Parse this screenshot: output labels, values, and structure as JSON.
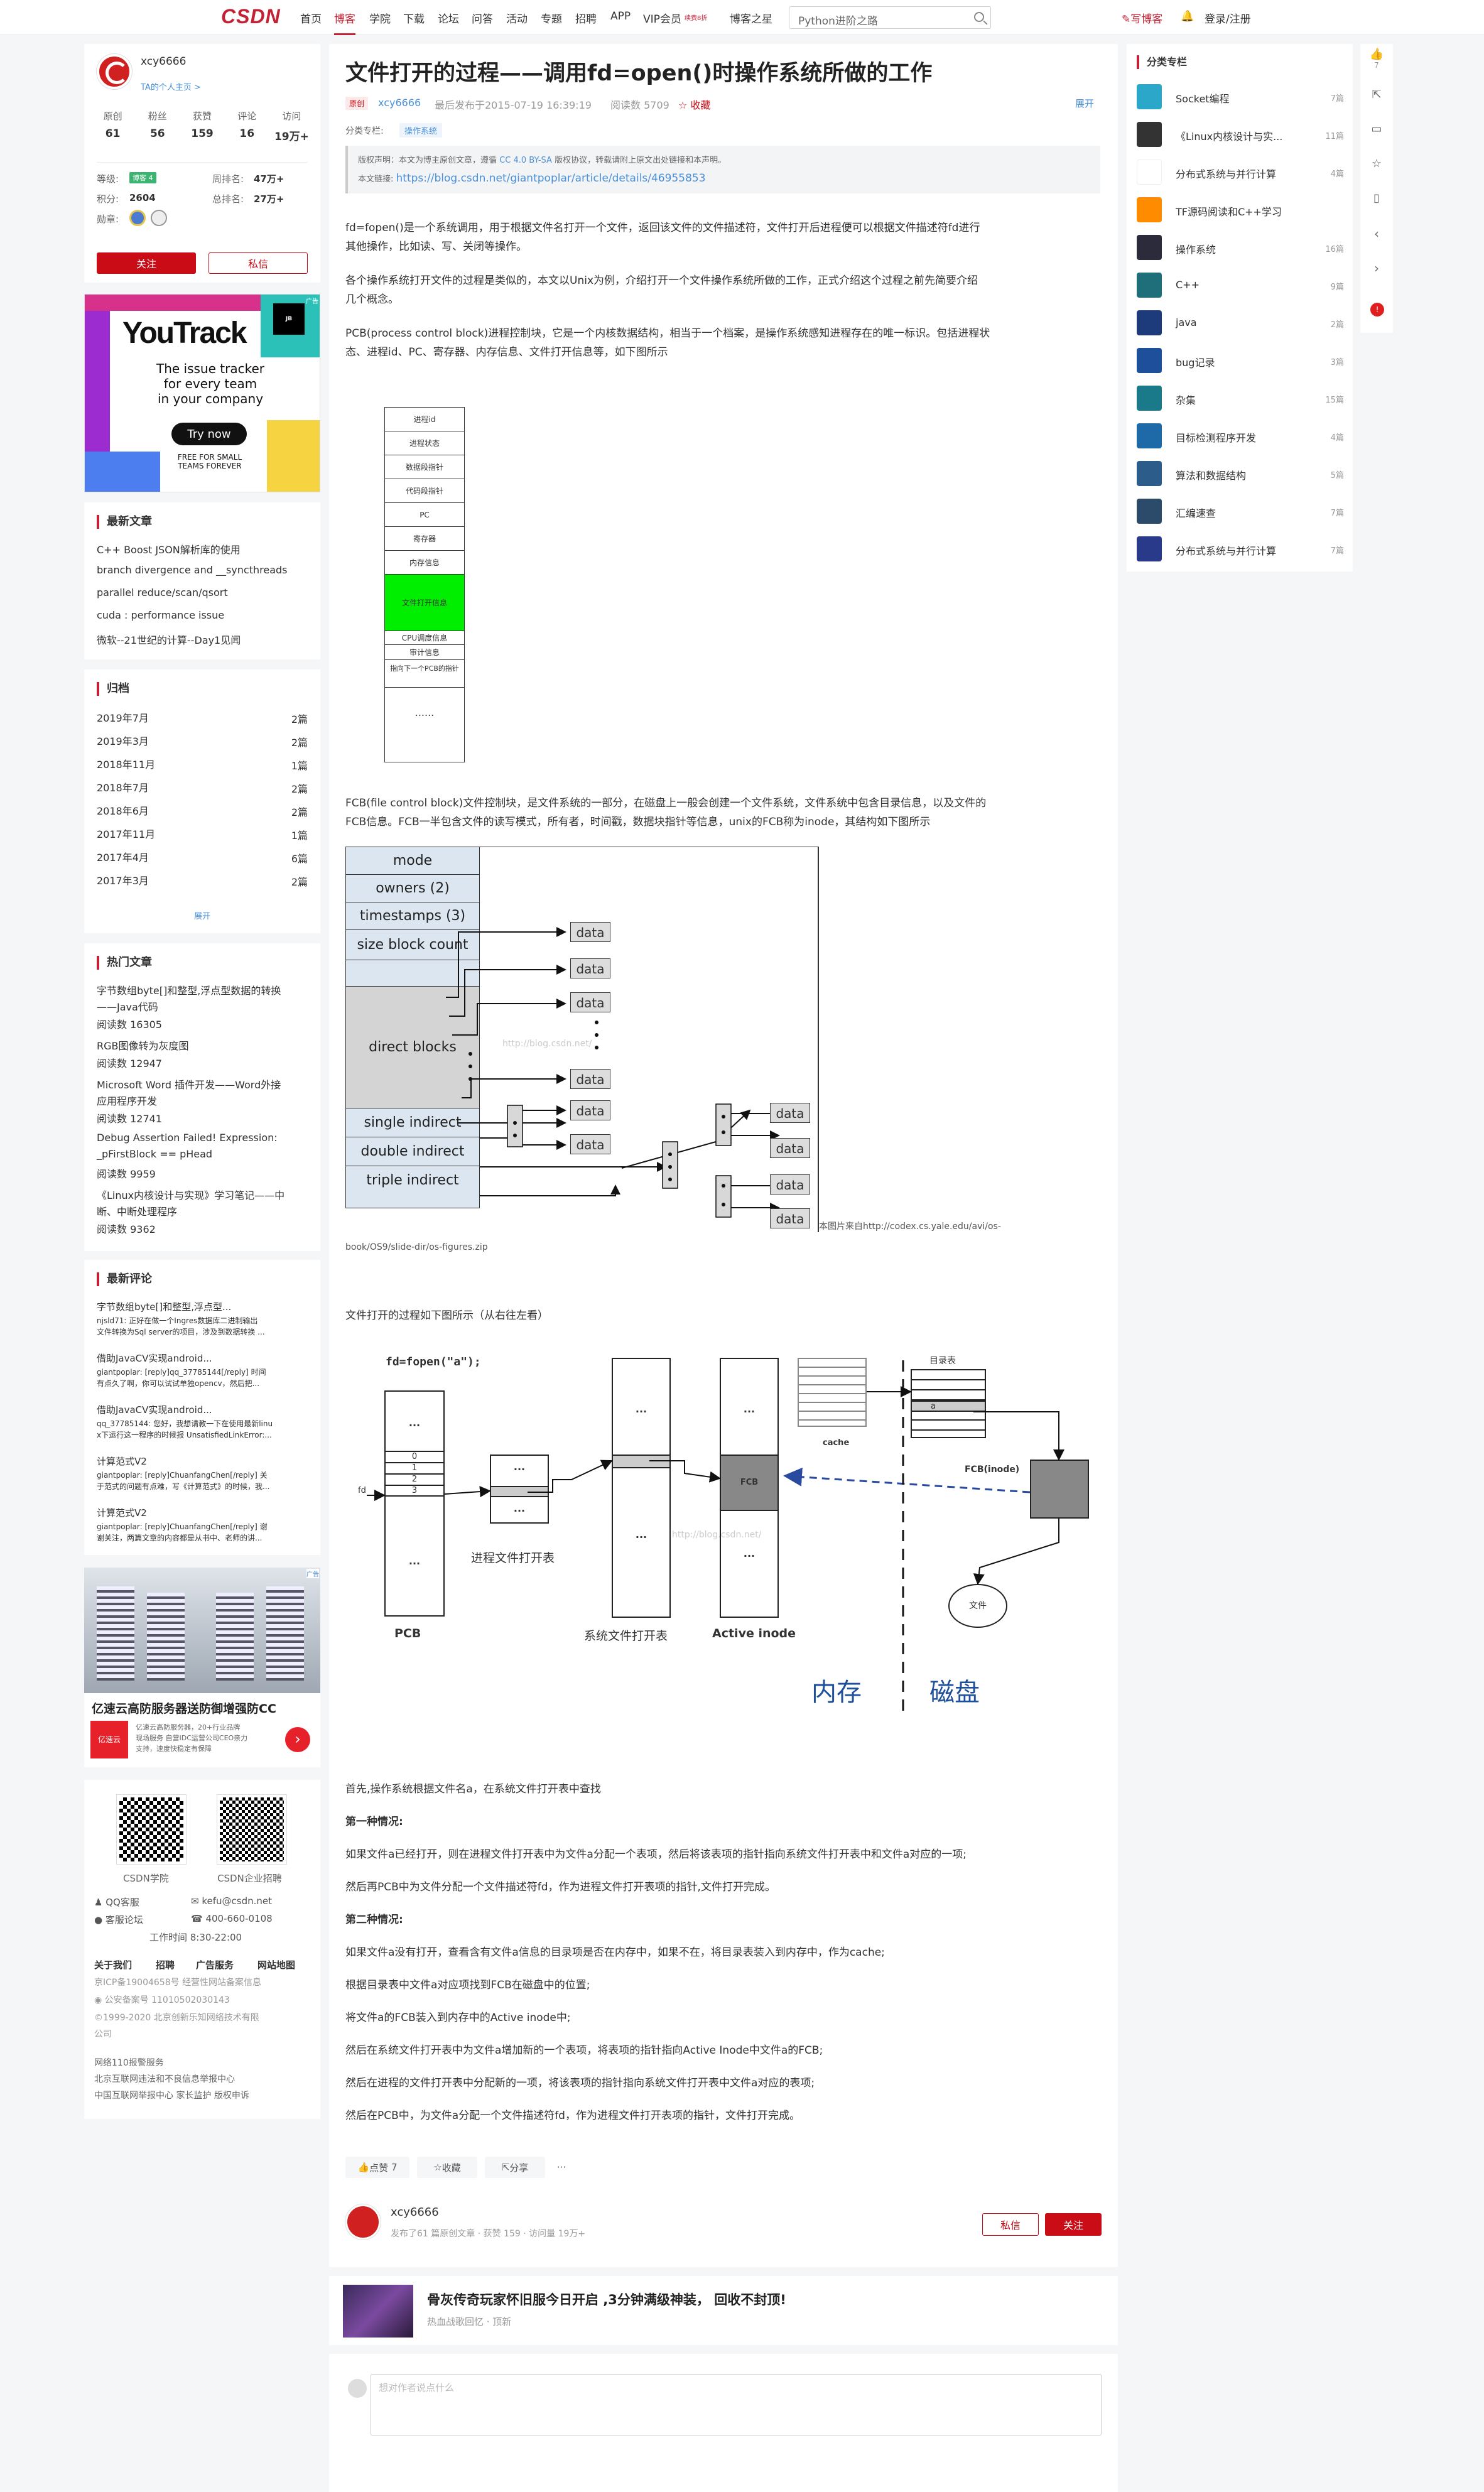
{
  "nav": {
    "logo": "CSDN",
    "items": [
      "首页",
      "博客",
      "学院",
      "下载",
      "论坛",
      "问答",
      "活动",
      "专题",
      "招聘",
      "APP",
      "VIP会员",
      "博客之星"
    ],
    "vip_badge": "续费8折",
    "search_text": "Python进阶之路",
    "write": "写博客",
    "login": "登录/注册"
  },
  "profile": {
    "name": "xcy6666",
    "home_link": "TA的个人主页 >",
    "stats": [
      {
        "label": "原创",
        "value": "61"
      },
      {
        "label": "粉丝",
        "value": "56"
      },
      {
        "label": "获赞",
        "value": "159"
      },
      {
        "label": "评论",
        "value": "16"
      },
      {
        "label": "访问",
        "value": "19万+"
      }
    ],
    "level_label": "等级:",
    "level_badge": "博客 4",
    "score_label": "积分:",
    "score": "2604",
    "medal_label": "勋章:",
    "week_rank_label": "周排名:",
    "week_rank": "47万+",
    "total_rank_label": "总排名:",
    "total_rank": "27万+",
    "follow": "关注",
    "message": "私信"
  },
  "ad1": {
    "title": "YouTrack",
    "line1": "The issue tracker",
    "line2": "for every team",
    "line3": "in your company",
    "cta": "Try now",
    "free1": "FREE FOR SMALL",
    "free2": "TEAMS FOREVER",
    "badge": "广告"
  },
  "recent": {
    "title": "最新文章",
    "items": [
      "C++ Boost JSON解析库的使用",
      "branch divergence and __syncthreads",
      "parallel reduce/scan/qsort",
      "cuda : performance issue",
      "微软--21世纪的计算--Day1见闻"
    ]
  },
  "archive": {
    "title": "归档",
    "items": [
      {
        "m": "2019年7月",
        "c": "2篇"
      },
      {
        "m": "2019年3月",
        "c": "2篇"
      },
      {
        "m": "2018年11月",
        "c": "1篇"
      },
      {
        "m": "2018年7月",
        "c": "2篇"
      },
      {
        "m": "2018年6月",
        "c": "2篇"
      },
      {
        "m": "2017年11月",
        "c": "1篇"
      },
      {
        "m": "2017年4月",
        "c": "6篇"
      },
      {
        "m": "2017年3月",
        "c": "2篇"
      }
    ],
    "more": "展开"
  },
  "hot": {
    "title": "热门文章",
    "items": [
      {
        "t1": "字节数组byte[]和整型,浮点型数据的转换",
        "t2": "——Java代码",
        "v": "阅读数 16305"
      },
      {
        "t1": "RGB图像转为灰度图",
        "t2": "",
        "v": "阅读数 12947"
      },
      {
        "t1": "Microsoft Word 插件开发——Word外接",
        "t2": "应用程序开发",
        "v": "阅读数 12741"
      },
      {
        "t1": "Debug Assertion Failed! Expression:",
        "t2": "_pFirstBlock == pHead",
        "v": "阅读数 9959"
      },
      {
        "t1": "《Linux内核设计与实现》学习笔记——中",
        "t2": "断、中断处理程序",
        "v": "阅读数 9362"
      }
    ]
  },
  "comments": {
    "title": "最新评论",
    "items": [
      {
        "t": "字节数组byte[]和整型,浮点型...",
        "a": "njsld71:",
        "c1": "正好在做一个Ingres数据库二进制输出",
        "c2": "文件转换为Sql server的项目，涉及到数据转换 ..."
      },
      {
        "t": "借助JavaCV实现android...",
        "a": "giantpoplar:",
        "c1": "[reply]qq_37785144[/reply] 时间",
        "c2": "有点久了啊，你可以试试单独opencv，然后把..."
      },
      {
        "t": "借助JavaCV实现android...",
        "a": "qq_37785144:",
        "c1": "您好，我想请教一下在使用最新linu",
        "c2": "x下运行这一程序的时候报 UnsatisfiedLinkError:..."
      },
      {
        "t": "计算范式V2",
        "a": "giantpoplar:",
        "c1": "[reply]ChuanfangChen[/reply] 关",
        "c2": "于范式的问题有点难，写《计算范式》的时候，我..."
      },
      {
        "t": "计算范式V2",
        "a": "giantpoplar:",
        "c1": "[reply]ChuanfangChen[/reply] 谢",
        "c2": "谢关注，两篇文章的内容都是从书中、老师的讲..."
      }
    ]
  },
  "ad2": {
    "title": "亿速云高防服务器送防御增强防CC",
    "brand": "亿速云",
    "d1": "亿速云高防服务器，20+行业品牌",
    "d2": "现场服务 自营IDC运营公司CEO亲力",
    "d3": "支持，速度快稳定有保障",
    "badge": "广告"
  },
  "footer": {
    "qr1": "CSDN学院",
    "qr2": "CSDN企业招聘",
    "qq": "QQ客服",
    "email": "kefu@csdn.net",
    "forum": "客服论坛",
    "phone": "400-660-0108",
    "hours": "工作时间 8:30-22:00",
    "links": [
      "关于我们",
      "招聘",
      "广告服务",
      "网站地图"
    ],
    "icp": "京ICP备19004658号",
    "lic": "经营性网站备案信息",
    "police": "公安备案号 11010502030143",
    "copy1": "©1999-2020 北京创新乐知网络技术有限",
    "copy2": "公司",
    "r1": "网络110报警服务",
    "r2": "北京互联网违法和不良信息举报中心",
    "r3": "中国互联网举报中心",
    "r4": "家长监护",
    "r5": "版权申诉"
  },
  "article": {
    "title": "文件打开的过程——调用fd=open()时操作系统所做的工作",
    "orig": "原创",
    "author": "xcy6666",
    "date": "最后发布于2015-07-19 16:39:19",
    "views": "阅读数 5709",
    "fav": "收藏",
    "fold": "展开",
    "cat_label": "分类专栏:",
    "cat": "操作系统",
    "lic1": "版权声明：本文为博主原创文章，遵循",
    "lic_link": "CC 4.0 BY-SA",
    "lic2": "版权协议，转载请附上原文出处链接和本声明。",
    "url_label": "本文链接:",
    "url": "https://blog.csdn.net/giantpoplar/article/details/46955853",
    "p1a": "fd=fopen()是一个系统调用，用于根据文件名打开一个文件，返回该文件的文件描述符，文件打开后进程便可以根据文件描述符fd进行",
    "p1b": "其他操作，比如读、写、关闭等操作。",
    "p2a": "各个操作系统打开文件的过程是类似的，本文以Unix为例，介绍打开一个文件操作系统所做的工作，正式介绍这个过程之前先简要介绍",
    "p2b": "几个概念。",
    "p3a": "PCB(process control block)进程控制块，它是一个内核数据结构，相当于一个档案，是操作系统感知进程存在的唯一标识。包括进程状",
    "p3b": "态、进程id、PC、寄存器、内存信息、文件打开信息等，如下图所示",
    "pcb": [
      "进程id",
      "进程状态",
      "数据段指针",
      "代码段指针",
      "PC",
      "寄存器",
      "内存信息",
      "文件打开信息",
      "CPU调度信息",
      "审计信息",
      "指向下一个PCB的指针",
      "......"
    ],
    "p4a": "FCB(file control block)文件控制块，是文件系统的一部分，在磁盘上一般会创建一个文件系统，文件系统中包含目录信息，以及文件的",
    "p4b": "FCB信息。FCB一半包含文件的读写模式，所有者，时间戳，数据块指针等信息，unix的FCB称为inode，其结构如下图所示",
    "inode": [
      "mode",
      "owners (2)",
      "timestamps (3)",
      "size block count",
      "direct blocks",
      "single indirect",
      "double indirect",
      "triple indirect"
    ],
    "data_label": "data",
    "watermark": "http://blog.csdn.net/",
    "fig_src1": "本图片来自http://codex.cs.yale.edu/avi/os-",
    "fig_src2": "book/OS9/slide-dir/os-figures.zip",
    "p5": "文件打开的过程如下图所示（从右往左看）",
    "d3": {
      "call": "fd=fopen(\"a\");",
      "pcb": "PCB",
      "fd": "fd",
      "dots": "...",
      "nums": [
        "0",
        "1",
        "2",
        "3"
      ],
      "proc_table": "进程文件打开表",
      "sys_table": "系统文件打开表",
      "active": "Active inode",
      "fcb": "FCB",
      "fcb_inode": "FCB(inode)",
      "cache": "cache",
      "dir": "目录表",
      "a": "a",
      "file": "文件",
      "mem": "内存",
      "disk": "磁盘"
    },
    "p6": "首先,操作系统根据文件名a，在系统文件打开表中查找",
    "h1": "第一种情况:",
    "p7": "如果文件a已经打开，则在进程文件打开表中为文件a分配一个表项，然后将该表项的指针指向系统文件打开表中和文件a对应的一项;",
    "p8": "然后再PCB中为文件分配一个文件描述符fd，作为进程文件打开表项的指针,文件打开完成。",
    "h2": "第二种情况:",
    "p9": "如果文件a没有打开，查看含有文件a信息的目录项是否在内存中，如果不在，将目录表装入到内存中，作为cache;",
    "p10": "根据目录表中文件a对应项找到FCB在磁盘中的位置;",
    "p11": "将文件a的FCB装入到内存中的Active inode中;",
    "p12": "然后在系统文件打开表中为文件a增加新的一个表项，将表项的指针指向Active Inode中文件a的FCB;",
    "p13": "然后在进程的文件打开表中分配新的一项，将该表项的指针指向系统文件打开表中文件a对应的表项;",
    "p14": "然后在PCB中，为文件a分配一个文件描述符fd，作为进程文件打开表项的指针，文件打开完成。",
    "like": "点赞",
    "like_count": "7",
    "collect": "收藏",
    "share": "分享",
    "more": "···"
  },
  "author_card": {
    "name": "xcy6666",
    "desc": "发布了61 篇原创文章 · 获赞 159 · 访问量 19万+",
    "message": "私信",
    "follow": "关注"
  },
  "rec": {
    "title": "骨灰传奇玩家怀旧服今日开启 ,3分钟满级神装， 回收不封顶!",
    "src": "热血战歌回忆 · 顶新"
  },
  "comment_box": {
    "placeholder": "想对作者说点什么"
  },
  "columns": {
    "title": "分类专栏",
    "items": [
      {
        "n": "Socket编程",
        "c": "7篇",
        "col": "#2aa7c9"
      },
      {
        "n": "《Linux内核设计与实...",
        "c": "11篇",
        "col": "#333333"
      },
      {
        "n": "分布式系统与并行计算",
        "c": "4篇",
        "col": "#ffffff"
      },
      {
        "n": "TF源码阅读和C++学习",
        "c": "",
        "col": "#ff8c00"
      },
      {
        "n": "操作系统",
        "c": "16篇",
        "col": "#2b2b3b"
      },
      {
        "n": "C++",
        "c": "9篇",
        "col": "#1e6f7a"
      },
      {
        "n": "java",
        "c": "2篇",
        "col": "#1d3b7a"
      },
      {
        "n": "bug记录",
        "c": "3篇",
        "col": "#1d4f9a"
      },
      {
        "n": "杂集",
        "c": "15篇",
        "col": "#1a7a8a"
      },
      {
        "n": "目标检测程序开发",
        "c": "4篇",
        "col": "#1e6aa8"
      },
      {
        "n": "算法和数据结构",
        "c": "5篇",
        "col": "#2b5c8a"
      },
      {
        "n": "汇编速查",
        "c": "7篇",
        "col": "#2c4a6a"
      },
      {
        "n": "分布式系统与并行计算",
        "c": "7篇",
        "col": "#2a3a8a"
      }
    ]
  },
  "rail": {
    "like_count": "7"
  }
}
